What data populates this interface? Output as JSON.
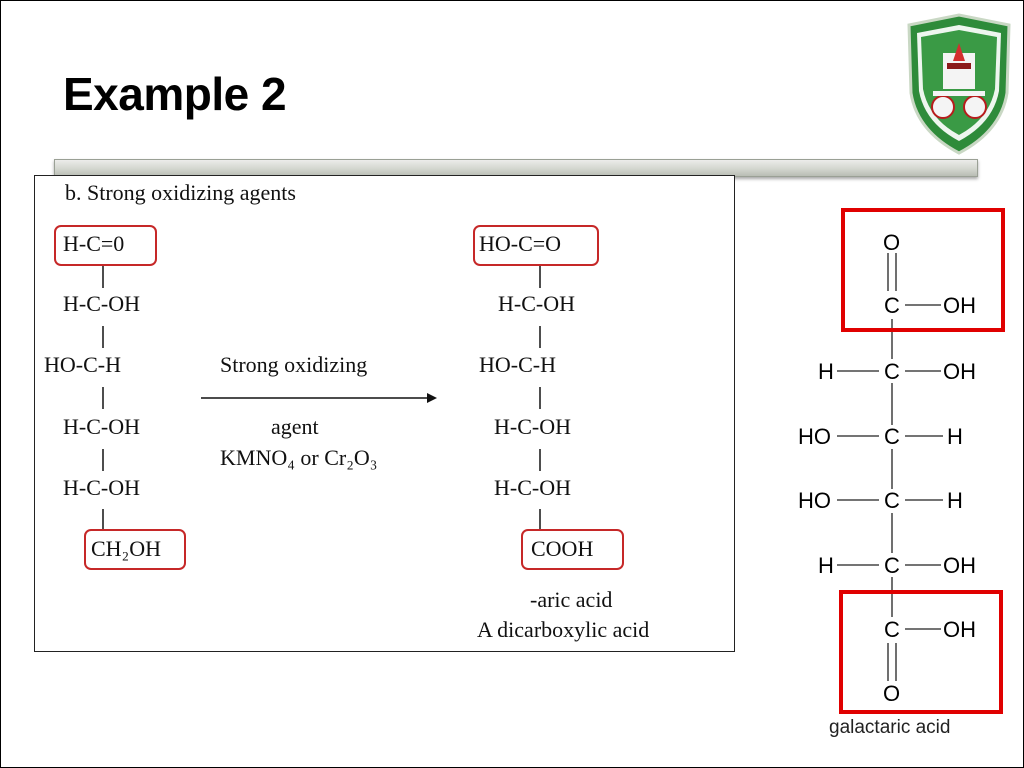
{
  "slide": {
    "title": "Example 2"
  },
  "left_box": {
    "heading": "b. Strong oxidizing agents",
    "reactant": {
      "top": "H-C=0",
      "c2": "H-C-OH",
      "c3": "HO-C-H",
      "c4": "H-C-OH",
      "c5": "H-C-OH",
      "bottom": "CH₂OH"
    },
    "arrow": {
      "label_line1": "Strong oxidizing",
      "label_line2": "agent",
      "label_line3": "KMNO₄  or Cr₂O₃"
    },
    "product": {
      "top": "HO-C=O",
      "c2": "H-C-OH",
      "c3": "HO-C-H",
      "c4": "H-C-OH",
      "c5": "H-C-OH",
      "bottom": "COOH"
    },
    "caption": {
      "line1": "-aric acid",
      "line2": "A dicarboxylic acid"
    }
  },
  "structure": {
    "top_o": "O",
    "c1": "C",
    "c1_oh": "OH",
    "r2_h": "H",
    "r2_c": "C",
    "r2_oh": "OH",
    "r3_ho": "HO",
    "r3_c": "C",
    "r3_h": "H",
    "r4_ho": "HO",
    "r4_c": "C",
    "r4_h": "H",
    "r5_h": "H",
    "r5_c": "C",
    "r5_oh": "OH",
    "c6": "C",
    "c6_oh": "OH",
    "bottom_o": "O",
    "label": "galactaric acid"
  },
  "colors": {
    "highlight_red": "#e00000",
    "outline_red": "#c62828",
    "logo_green": "#2e8b3a"
  },
  "icons": {
    "logo": "university-emblem-icon",
    "arrow": "right-arrow-icon"
  }
}
